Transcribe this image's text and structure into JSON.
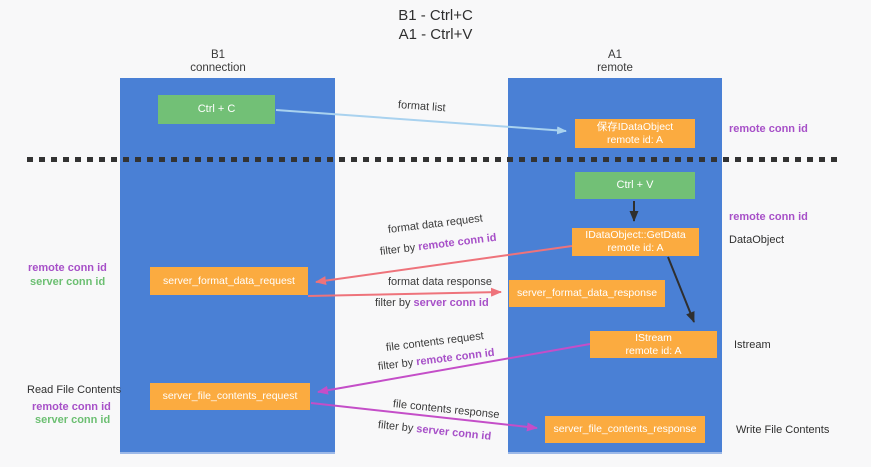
{
  "title": {
    "line1": "B1 - Ctrl+C",
    "line2": "A1 - Ctrl+V"
  },
  "lanes": {
    "left": {
      "name": "B1",
      "subtitle": "connection"
    },
    "right": {
      "name": "A1",
      "subtitle": "remote"
    }
  },
  "nodes": {
    "ctrl_c": {
      "label": "Ctrl + C"
    },
    "save_idataobject": {
      "line1": "保存IDataObject",
      "line2": "remote id: A"
    },
    "ctrl_v": {
      "label": "Ctrl + V"
    },
    "idataobject_getdata": {
      "line1": "IDataObject::GetData",
      "line2": "remote id: A"
    },
    "server_format_data_request": {
      "label": "server_format_data_request"
    },
    "server_format_data_response": {
      "label": "server_format_data_response"
    },
    "istream": {
      "line1": "IStream",
      "line2": "remote id: A"
    },
    "server_file_contents_request": {
      "label": "server_file_contents_request"
    },
    "server_file_contents_response": {
      "label": "server_file_contents_response"
    }
  },
  "flow_labels": {
    "format_list": "format list",
    "format_data_request": "format data request",
    "format_data_response": "format data response",
    "file_contents_request": "file contents request",
    "file_contents_response": "file contents response",
    "filter_by": "filter by ",
    "remote_conn_id": "remote conn id",
    "server_conn_id": "server conn id"
  },
  "side_labels": {
    "right_top_remote_conn_id": "remote conn id",
    "right_mid_remote_conn_id": "remote conn id",
    "dataobject": "DataObject",
    "istream": "Istream",
    "write_file_contents": "Write File Contents",
    "left_remote_conn_id": "remote conn id",
    "left_server_conn_id": "server conn id",
    "read_file_contents": "Read File Contents",
    "bottom_remote_conn_id": "remote conn id",
    "bottom_server_conn_id": "server conn id"
  },
  "colors": {
    "lane_blue": "#4a80d5",
    "node_green": "#72c076",
    "node_orange": "#fbab40",
    "arrow_light_blue": "#a9d2ef",
    "arrow_black": "#2f2f2f",
    "arrow_salmon": "#ee737b",
    "arrow_magenta": "#c44ec8",
    "text_purple": "#a750c8",
    "text_green": "#6cbf72"
  }
}
